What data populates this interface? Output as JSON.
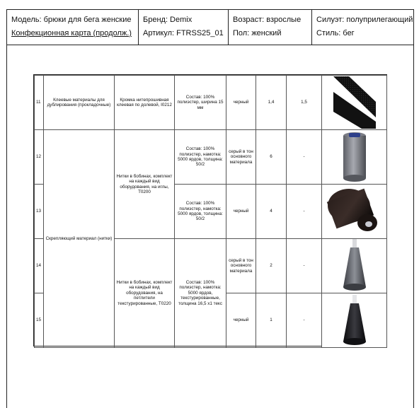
{
  "header": {
    "model": "Модель: брюки для бега женские",
    "card_title": "Конфекционная карта (продолж.)",
    "brand": "Бренд: Demix",
    "article": "Артикул: FTRSS25_01",
    "age": "Возраст: взрослые",
    "gender": "Пол: женский",
    "silhouette": "Силуэт: полуприлегающий",
    "style": "Стиль: бег"
  },
  "rows": [
    {
      "num": "11",
      "category": "Клеевые материалы для дублирования (прокладочные)",
      "name": "Кромка нитепрошивная клеевая по долевой, I0212",
      "composition": "Состав: 100% полиэстер, ширина 15 мм",
      "color": "черный",
      "qty": "1,4",
      "extra": "1,5",
      "image": "black-adhesive-tape"
    },
    {
      "num": "12",
      "category": "Скрепляющий материал (нитки)",
      "name": "Нитки в бобинах, комплект на каждый вид оборудования, на иглы, T0200",
      "composition": "Состав: 100% полиэстер, намотка: 5000 ярдов, толщина: 50/2",
      "color": "серый в тон основного материала",
      "qty": "6",
      "extra": "-",
      "image": "grey-thread-spool"
    },
    {
      "num": "13",
      "composition": "Состав: 100% полиэстер, намотка: 5000 ярдов, толщина: 50/2",
      "color": "черный",
      "qty": "4",
      "extra": "-",
      "image": "black-thread-spool"
    },
    {
      "num": "14",
      "name": "Нитки в бобинах, комплект на каждый вид оборудования, на петлители текстурированные, T0220",
      "composition": "Состав: 100% полиэстер, намотка: 5000 ярдов, текстурированные, толщина 16,5 x1 текс",
      "color": "серый в тон основного материала",
      "qty": "2",
      "extra": "-",
      "image": "grey-cone-spool"
    },
    {
      "num": "15",
      "color": "черный",
      "qty": "1",
      "extra": "-",
      "image": "black-cone-spool"
    }
  ]
}
